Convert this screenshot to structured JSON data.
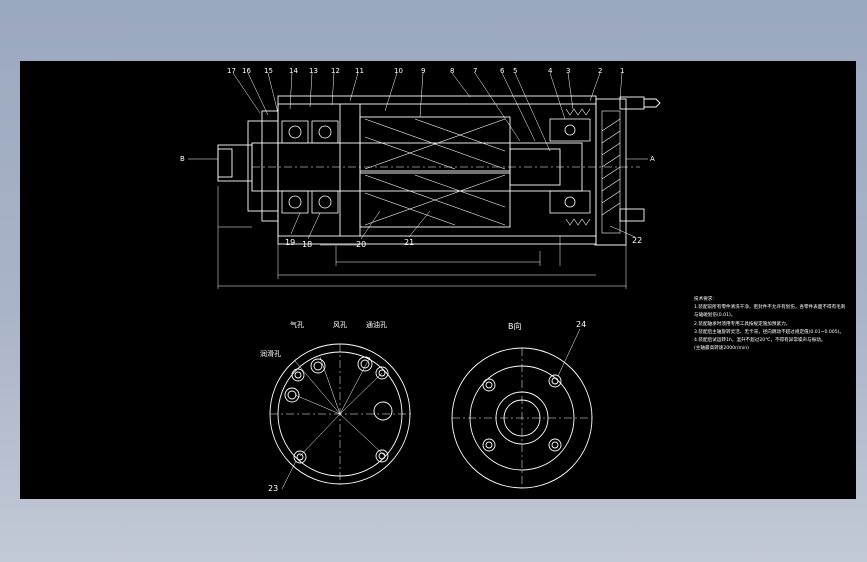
{
  "drawing": {
    "background": "#000000",
    "line_color": "#ffffff",
    "dimension_color": "#ffffff"
  },
  "callouts_top": [
    "17",
    "16",
    "15",
    "14",
    "13",
    "12",
    "11",
    "10",
    "9",
    "8",
    "7",
    "6",
    "5",
    "4",
    "3",
    "2",
    "1"
  ],
  "callouts_bottom": [
    "19",
    "18",
    "20",
    "21",
    "22"
  ],
  "views": {
    "b_arrow": "B",
    "a_arrow": "A",
    "b_view_title": "B向",
    "left_view_labels": {
      "gas": "气孔",
      "air": "风孔",
      "oil_in": "通油孔",
      "cool": "润滑孔"
    },
    "left_view_part": "23",
    "right_view_part": "24"
  },
  "notes": {
    "title": "技术要求:",
    "lines": [
      "1.装配前所有零件清洗干净，密封件不允许有划伤，各零件表面不得有毛刺",
      "与磕碰划伤(0.01)。",
      "2.装配轴承时须用专用工具按规定施加预紧力。",
      "3.装配后主轴旋转灵活、无卡滞，径向跳动不超过规定值(0.01~0.005)。",
      "4.装配后试运转1h，温升不超过20℃，不得有异常噪声与振动。",
      "(主轴最高转速2000r/min)"
    ]
  }
}
